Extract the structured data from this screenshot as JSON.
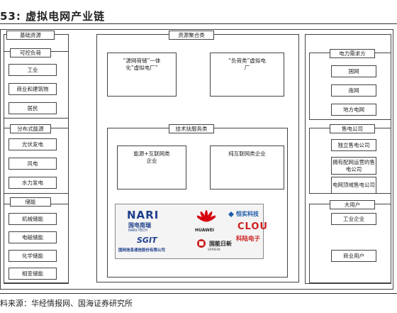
{
  "title": "53: 虚拟电网产业链",
  "left_column": {
    "sections": [
      {
        "header": "基础资源",
        "items": []
      },
      {
        "header": "可控负荷",
        "items": [
          "工业",
          "商业和建筑物",
          "居民"
        ]
      },
      {
        "header": "分布式能源",
        "items": [
          "光伏发电",
          "风电",
          "水力发电"
        ]
      },
      {
        "header": "储能",
        "items": [
          "机械储能",
          "电磁储能",
          "化学储能",
          "相变储能"
        ]
      }
    ]
  },
  "middle_column": {
    "header": "资源聚合类",
    "vpp_source_grid": "“源网荷储”一体化“虚拟电厂”",
    "vpp_load": "“负荷类”虚拟电厂",
    "tech_header": "技术扶服务类",
    "energy_internet": "能源+互联网类企业",
    "pure_internet": "纯互联网类企业",
    "logos": {
      "nari": "NARI",
      "nari_cn": "国电南瑞",
      "nari_en": "NARI-TECH",
      "sgit": "SGIT",
      "sgit_cn": "国网信息通信股份有限公司",
      "huawei": "HUAWEI",
      "hengshi": "恒实科技",
      "clou": "CLOU",
      "clou_cn": "科陆电子",
      "guoneng": "国能日新",
      "guoneng_en": "SPRIEIN"
    }
  },
  "right_column": {
    "sections": [
      {
        "header": "电力需求方",
        "items": [
          "国网",
          "南网",
          "地方电网"
        ]
      },
      {
        "header": "售电公司",
        "items": [
          "独立售电公司",
          "拥有配网运营的售电公司",
          "电网顶域售电公司"
        ]
      },
      {
        "header": "大用户",
        "items": [
          "工业企业",
          "商业用户"
        ]
      }
    ]
  },
  "footer": "料来源：华经情报网、国海证券研究所",
  "colors": {
    "nari_blue": "#1d3f8c",
    "huawei_red": "#d7000f",
    "clou_red": "#cc1f1f",
    "hengshi_blue": "#1e5aa8"
  }
}
